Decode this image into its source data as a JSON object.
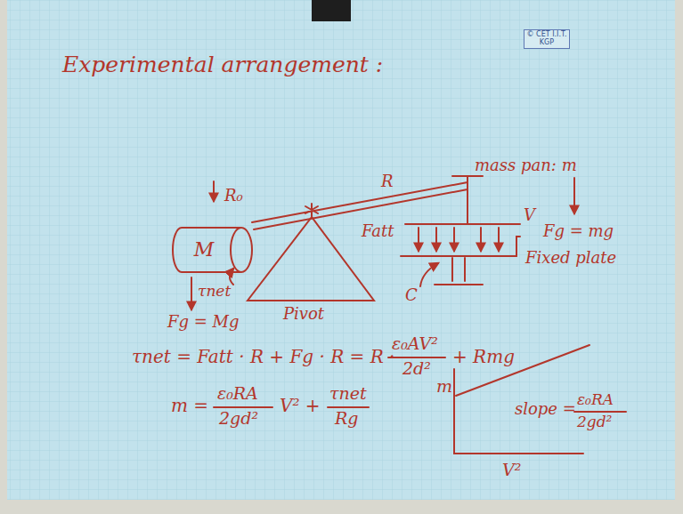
{
  "diagram": {
    "title": "Experimental arrangement :",
    "nodes": [
      {
        "text": [
          "© CET I.I.T. KGP"
        ]
      },
      {
        "text": [
          "M"
        ]
      }
    ],
    "labels": [
      "R₀",
      "R",
      "mass pan: m",
      "Fg = mg",
      "V",
      "Fatt",
      "Fixed plate",
      "C",
      "τnet",
      "Pivot",
      "Fg = Mg",
      "τnet = Fatt · R + Fg · R = R ·",
      "ε₀AV²",
      "2d²",
      "+ Rmg",
      "m =",
      "ε₀RA",
      "2gd²",
      "V² +",
      "τnet",
      "Rg",
      "m",
      "slope =",
      "ε₀RA",
      "2gd²",
      "V²"
    ]
  }
}
